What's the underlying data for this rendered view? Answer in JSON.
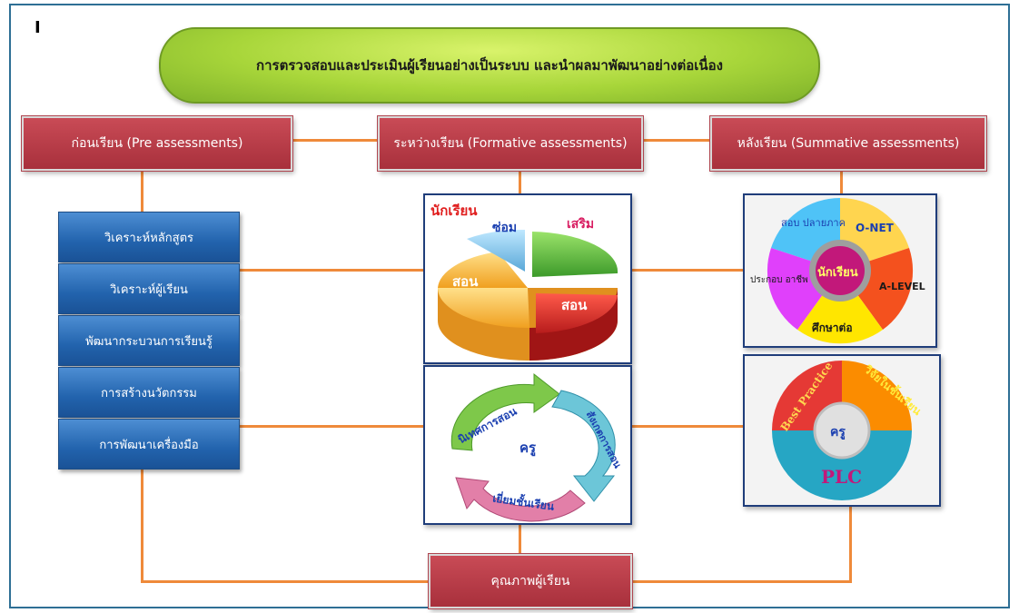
{
  "corner_mark": "I",
  "title": "การตรวจสอบและประเมินผู้เรียนอย่างเป็นระบบ และนำผลมาพัฒนาอย่างต่อเนื่อง",
  "headers": {
    "pre": "ก่อนเรียน (Pre assessments)",
    "formative": "ระหว่างเรียน (Formative assessments)",
    "summative": "หลังเรียน (Summative assessments)"
  },
  "pre_steps": [
    "วิเคราะห์หลักสูตร",
    "วิเคราะห์ผู้เรียน",
    "พัฒนากระบวนการเรียนรู้",
    "การสร้างนวัตกรรม",
    "การพัฒนาเครื่องมือ"
  ],
  "formative_pie": {
    "heading": "นักเรียน",
    "slices": [
      "ซ่อม",
      "เสริม",
      "สอน",
      "สอน"
    ]
  },
  "formative_cycle": {
    "center": "ครู",
    "arrows": [
      "นิเทศการสอน",
      "สังเกตการสอน",
      "เยี่ยมชั้นเรียน"
    ]
  },
  "summative_circle": {
    "center": "นักเรียน",
    "segments": [
      "สอบ ปลายภาค",
      "O-NET",
      "A-LEVEL",
      "ศึกษาต่อ",
      "ประกอบ อาชีพ"
    ]
  },
  "summative_arcs": {
    "center": "ครู",
    "arcs": [
      "Best Practice",
      "วิจัยในชั้นเรียน",
      "PLC"
    ]
  },
  "outcome": "คุณภาพผู้เรียน",
  "colors": {
    "header_red": "#b13a45",
    "connector_orange": "#ef8a3a",
    "step_blue": "#2263ad",
    "title_green": "#a8d63a"
  }
}
